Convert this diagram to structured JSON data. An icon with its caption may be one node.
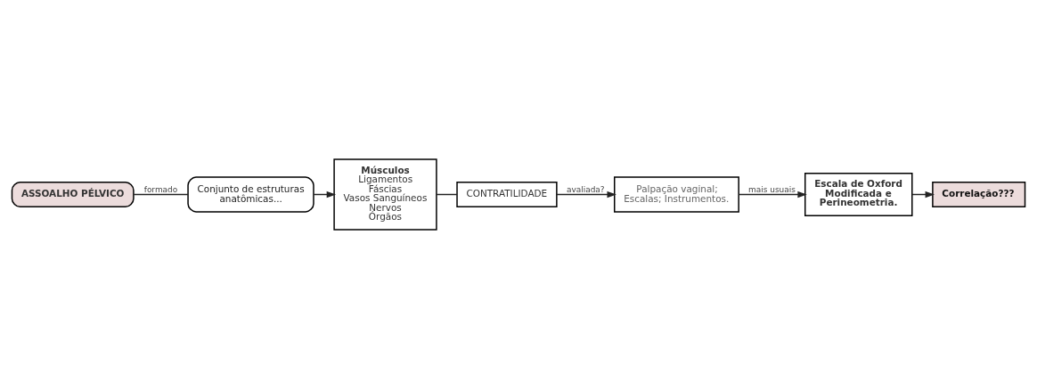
{
  "diagram": {
    "nodes": [
      {
        "text": [
          "ASSOALHO PÉLVICO"
        ]
      },
      {
        "text": [
          "Conjunto de estruturas anatômicas..."
        ]
      },
      {
        "text": [
          "Músculos",
          "Ligamentos",
          "Fáscias",
          "Vasos Sanguíneos",
          "Nervos",
          "Órgãos"
        ]
      },
      {
        "text": [
          "CONTRATILIDADE"
        ]
      },
      {
        "text": [
          "Palpação vaginal; Escalas; Instrumentos."
        ]
      },
      {
        "text": [
          "Escala de Oxford Modificada e Perineometria."
        ]
      },
      {
        "text": [
          "Correlação???"
        ]
      }
    ],
    "edges": [
      {
        "from": 0,
        "to": 1,
        "arrow": "none",
        "label": "formado"
      },
      {
        "from": 1,
        "to": 2,
        "arrow": "to"
      },
      {
        "from": 2,
        "to": 3,
        "arrow": "none"
      },
      {
        "from": 3,
        "to": 4,
        "arrow": "to",
        "label": "avaliada?"
      },
      {
        "from": 4,
        "to": 5,
        "arrow": "to",
        "label": "mais usuais"
      },
      {
        "from": 5,
        "to": 6,
        "arrow": "to"
      }
    ]
  }
}
